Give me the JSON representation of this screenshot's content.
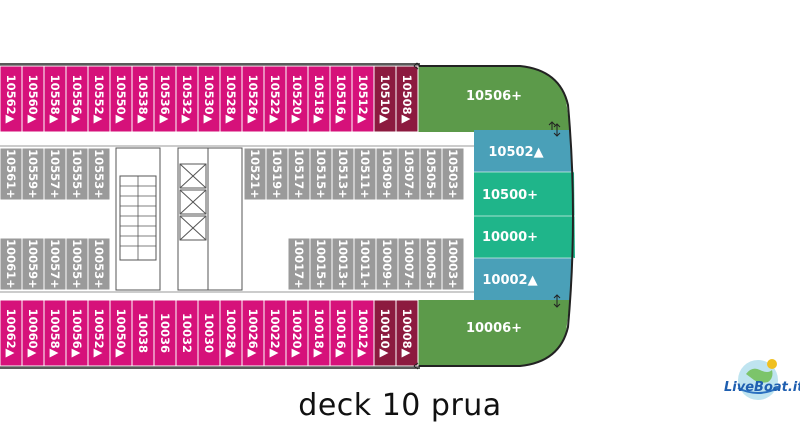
{
  "caption": "deck 10 prua",
  "logo_text": "LiveBoat.it",
  "colors": {
    "magenta": "#d6117a",
    "maroon": "#8c1a3f",
    "gray": "#9a9a9a",
    "green": "#5c9a4a",
    "teal": "#1fb58a",
    "blue": "#4aa0b8",
    "hull": "#222222"
  },
  "top_outer_cabins": [
    "10562▲",
    "10560▲",
    "10558▲",
    "10556▲",
    "10552▲",
    "10550▲",
    "10538▲",
    "10536▲",
    "10532▲",
    "10530▲",
    "10528▲",
    "10526▲",
    "10522▲",
    "10520▲",
    "10518▲",
    "10516▲",
    "10512▲",
    "10510▲",
    "10508▲"
  ],
  "bottom_outer_cabins": [
    "10062▲",
    "10060▲",
    "10058▲",
    "10056▲",
    "10052▲",
    "10050▲",
    "10038",
    "10036",
    "10032",
    "10030",
    "10028▲",
    "10026▲",
    "10022▲",
    "10020▲",
    "10018▲",
    "10016▲",
    "10012▲",
    "10010▲",
    "10008▲"
  ],
  "upper_inner_left": [
    "10561+",
    "10559+",
    "10557+",
    "10555+",
    "10553+"
  ],
  "upper_inner_right": [
    "10521+",
    "10519+",
    "10517+",
    "10515+",
    "10513+",
    "10511+",
    "10509+",
    "10507+",
    "10505+",
    "10503+"
  ],
  "lower_inner_left": [
    "10061+",
    "10059+",
    "10057+",
    "10055+",
    "10053+"
  ],
  "lower_inner_right": [
    "10017+",
    "10015+",
    "10013+",
    "10011+",
    "10009+",
    "10007+",
    "10005+",
    "10003+"
  ],
  "forward_suites": {
    "top_green": "10506+",
    "blue_top": "10502▲",
    "teal_top": "10500+",
    "teal_bottom": "10000+",
    "blue_bottom": "10002▲",
    "bottom_green": "10006+"
  }
}
